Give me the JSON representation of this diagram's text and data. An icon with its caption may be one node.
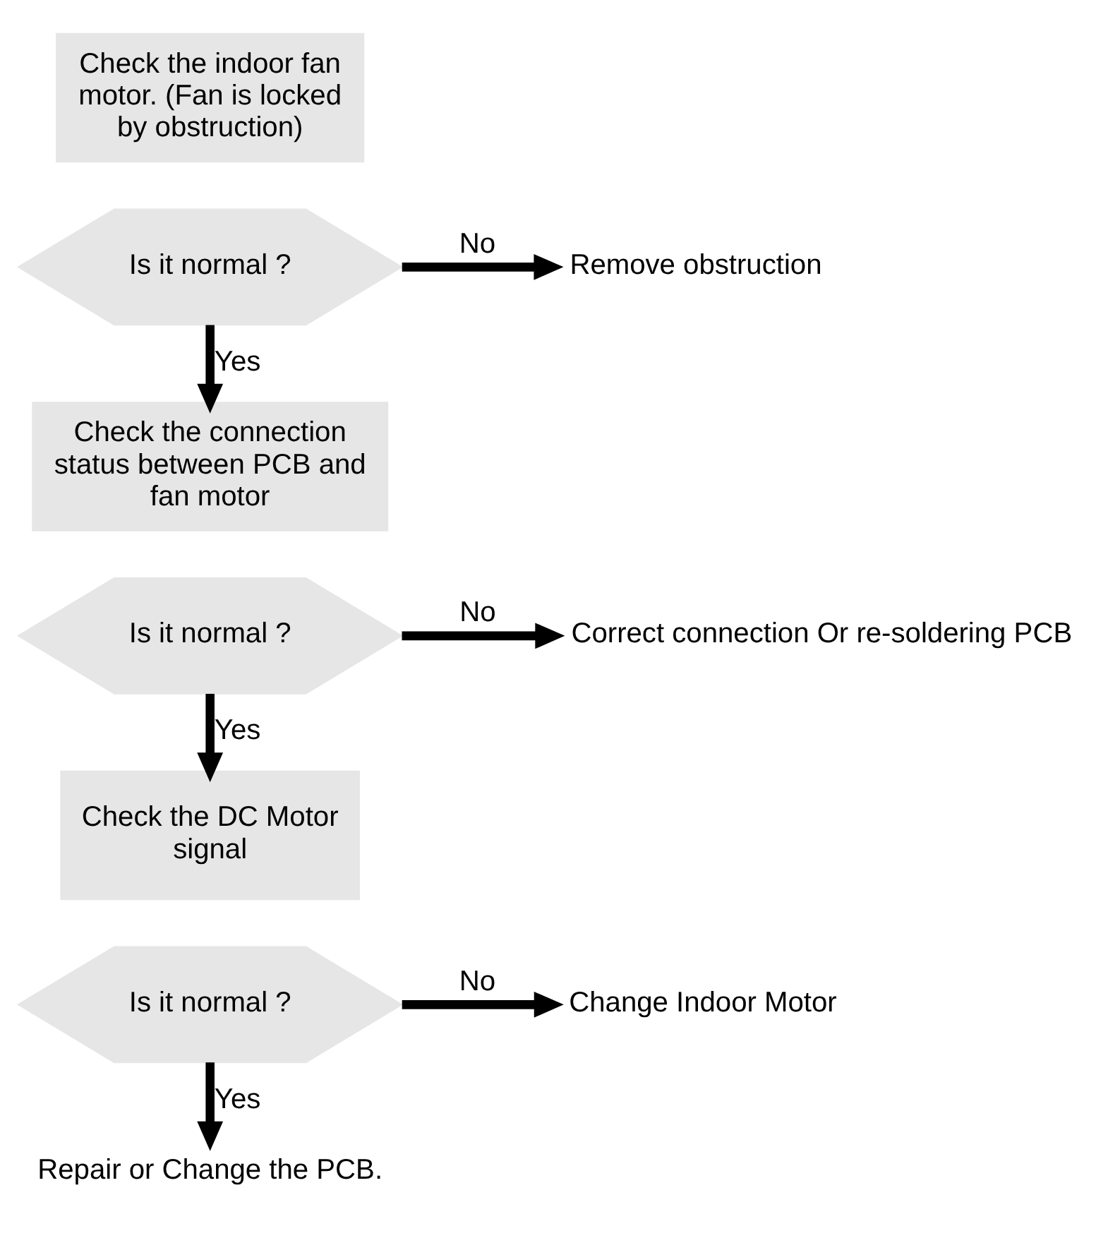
{
  "diagram": {
    "nodes": [
      {
        "text": [
          "Check the indoor fan motor. (Fan is locked by obstruction)"
        ]
      },
      {
        "text": [
          "Is it normal ?"
        ]
      },
      {
        "text": [
          "Remove obstruction"
        ]
      },
      {
        "text": [
          "Check the connection status between PCB and fan motor"
        ]
      },
      {
        "text": [
          "Is it normal ?"
        ]
      },
      {
        "text": [
          "Correct connection Or re-soldering PCB"
        ]
      },
      {
        "text": [
          "Check the DC Motor signal"
        ]
      },
      {
        "text": [
          "Is it normal ?"
        ]
      },
      {
        "text": [
          "Change Indoor Motor"
        ]
      },
      {
        "text": [
          "Repair or Change the PCB."
        ]
      }
    ],
    "edges": [
      {
        "from": 1,
        "to": 2,
        "arrow": "to",
        "label": "No"
      },
      {
        "from": 1,
        "to": 3,
        "arrow": "to",
        "label": "Yes"
      },
      {
        "from": 4,
        "to": 5,
        "arrow": "to",
        "label": "No"
      },
      {
        "from": 4,
        "to": 6,
        "arrow": "to",
        "label": "Yes"
      },
      {
        "from": 7,
        "to": 8,
        "arrow": "to",
        "label": "No"
      },
      {
        "from": 7,
        "to": 9,
        "arrow": "to",
        "label": "Yes"
      }
    ]
  }
}
